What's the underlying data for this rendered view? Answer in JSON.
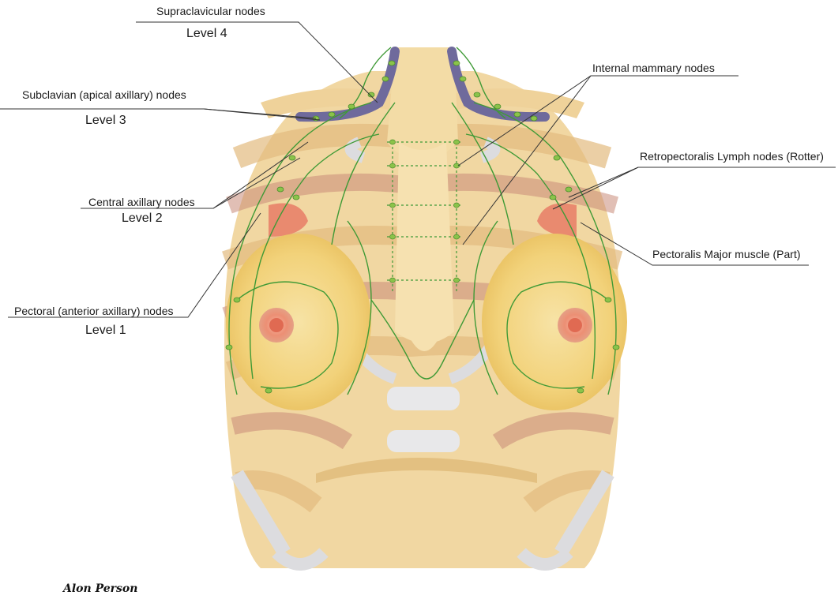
{
  "labels": {
    "supraclavicular": "Supraclavicular nodes",
    "level4": "Level 4",
    "subclavian": "Subclavian (apical axillary) nodes",
    "level3": "Level 3",
    "central": "Central axillary nodes",
    "level2": "Level 2",
    "pectoral": "Pectoral (anterior axillary) nodes",
    "level1": "Level 1",
    "internal_mammary": "Internal mammary nodes",
    "retropectoralis": "Retropectoralis Lymph nodes (Rotter)",
    "pectoralis_major": "Pectoralis Major muscle (Part)"
  },
  "signature": "Alon Person",
  "colors": {
    "bone": "#f3d9a4",
    "bone_shadow": "#e6c184",
    "cartilage": "#dcdcdf",
    "muscle": "#e7a88b",
    "gland": "#f4d98a",
    "lymph": "#3f9a36",
    "node": "#8bc34a",
    "vein": "#6f6a9c",
    "nipple": "#e8826a",
    "leader": "#333333"
  }
}
